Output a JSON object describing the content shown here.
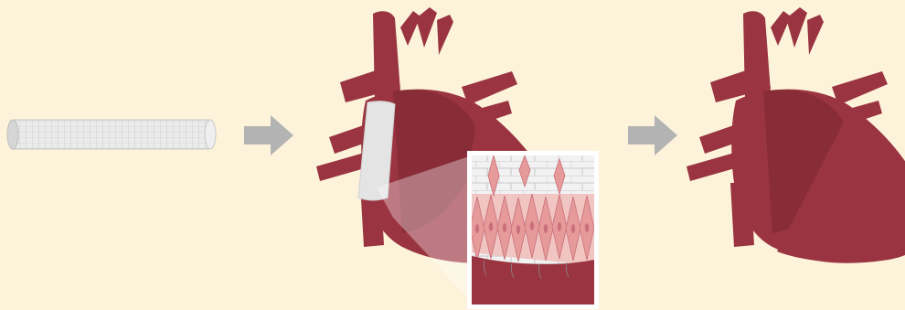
{
  "figure": {
    "steps": [
      {
        "id": "scaffold",
        "icon": "tubular-scaffold-icon"
      },
      {
        "id": "implanted",
        "icon": "heart-with-graft-icon"
      },
      {
        "id": "regenerated",
        "icon": "regenerated-heart-icon"
      }
    ],
    "arrows": [
      "arrow-right-icon",
      "arrow-right-icon"
    ],
    "inset": {
      "icon": "magnified-tissue-icon"
    }
  },
  "colors": {
    "background": "#fcf3da",
    "heart": "#9a3440",
    "heart_dark": "#7a2632",
    "scaffold": "#e6e6e6",
    "arrow": "#b3b3b3",
    "cells": "#e79a9a"
  }
}
